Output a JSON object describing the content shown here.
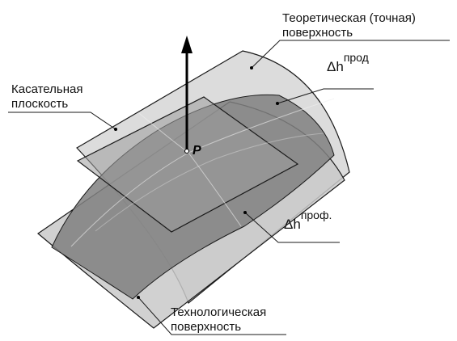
{
  "labels": {
    "theoretical_surface_line1": "Теоретическая (точная)",
    "theoretical_surface_line2": "поверхность",
    "tangent_plane_line1": "Касательная",
    "tangent_plane_line2": "плоскость",
    "technological_surface_line1": "Технологическая",
    "technological_surface_line2": "поверхность",
    "point": "P",
    "delta_h_symbol": "Δh",
    "longitudinal_superscript": "прод",
    "profile_superscript": "проф."
  },
  "colors": {
    "theoretical_surface_fill": "#d9d9d9",
    "technological_surface_fill": "#c8c8c8",
    "dark_overlap_fill": "#808080",
    "tangent_plane_fill": "#9a9a9a",
    "outline": "#1a1a1a",
    "text": "#111111"
  }
}
